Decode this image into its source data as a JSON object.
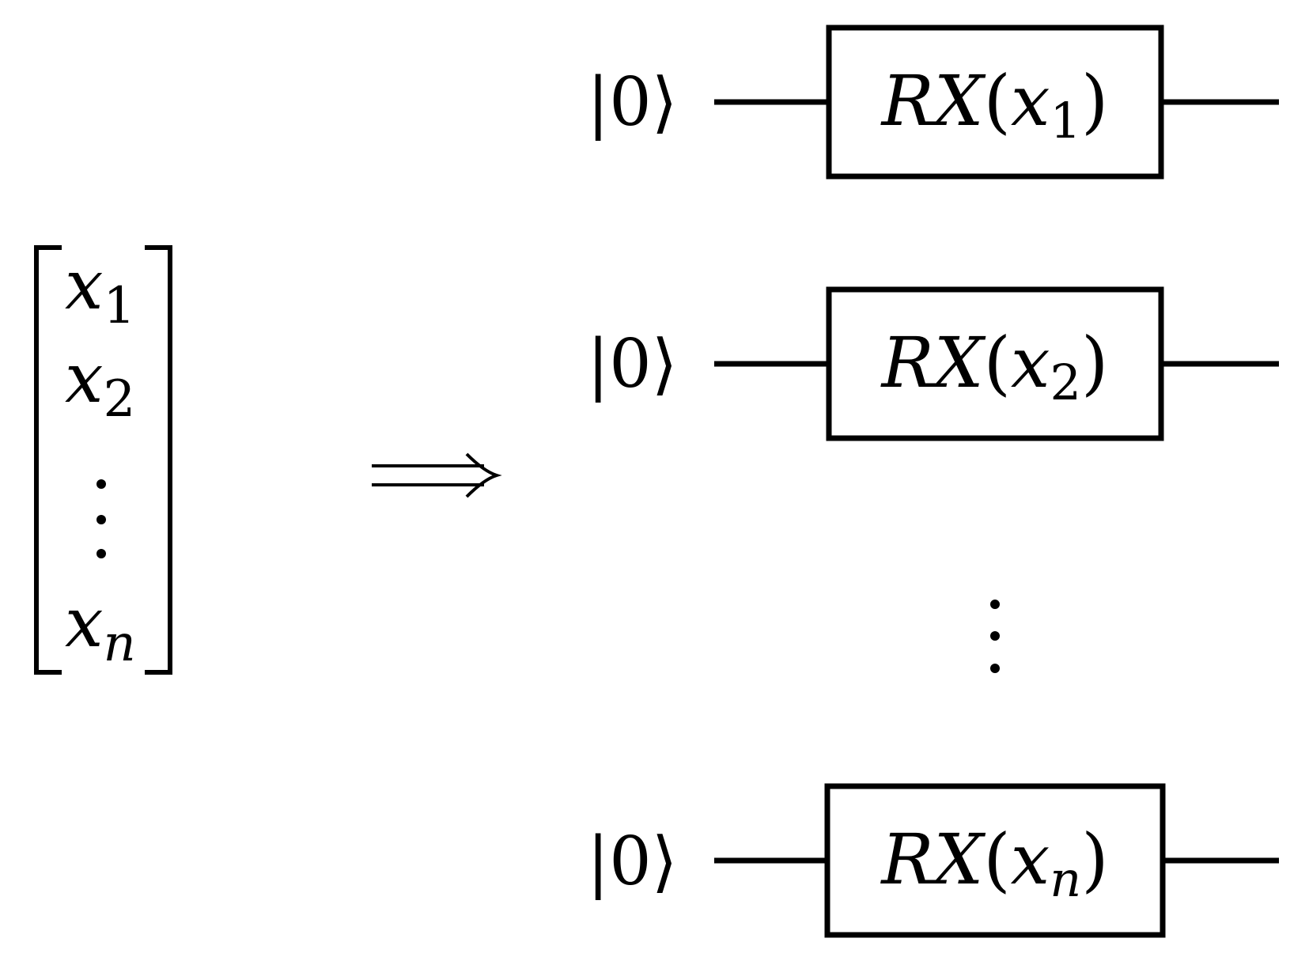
{
  "input_vector": {
    "entries": [
      {
        "base": "x",
        "sub": "1"
      },
      {
        "base": "x",
        "sub": "2"
      },
      {
        "base": "",
        "sub": ""
      },
      {
        "base": "x",
        "sub": "n"
      }
    ]
  },
  "mapping": {
    "arrow_symbol": "⟹"
  },
  "circuit": {
    "wires": [
      {
        "input_state": "|0⟩",
        "gate_name": "RX",
        "gate_param_base": "x",
        "gate_param_sub": "1"
      },
      {
        "input_state": "|0⟩",
        "gate_name": "RX",
        "gate_param_base": "x",
        "gate_param_sub": "2"
      },
      {
        "input_state": "|0⟩",
        "gate_name": "RX",
        "gate_param_base": "x",
        "gate_param_sub": "n"
      }
    ]
  }
}
